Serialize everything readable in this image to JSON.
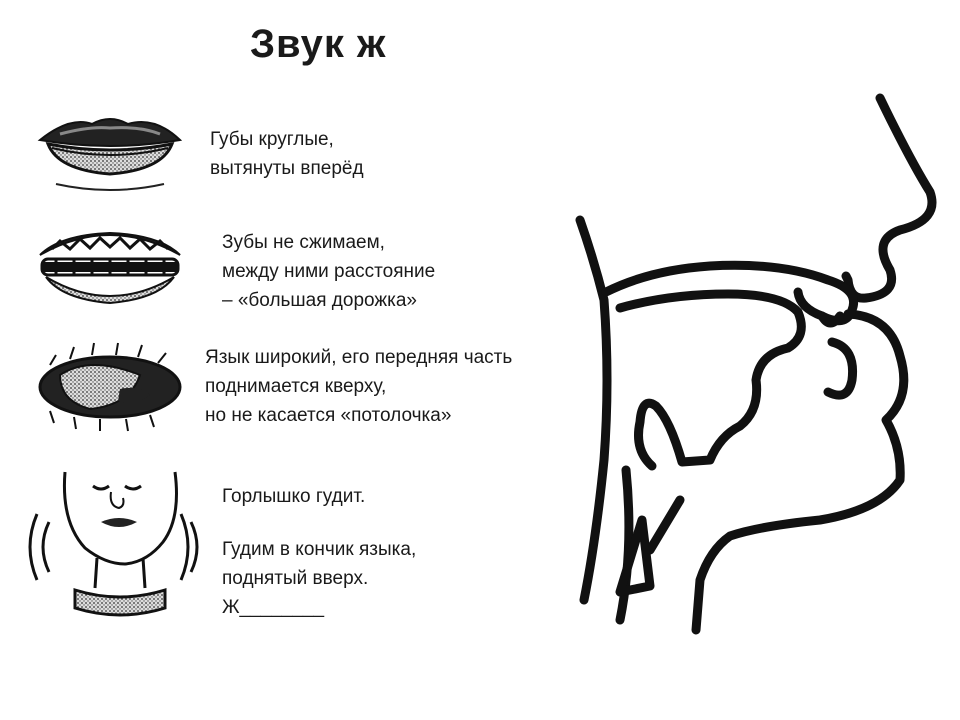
{
  "title": "Звук ж",
  "steps": [
    {
      "icon": "rounded-lips-icon",
      "lines": [
        "Губы круглые,",
        "вытянуты вперёд"
      ]
    },
    {
      "icon": "teeth-gap-icon",
      "lines": [
        "Зубы не сжимаем,",
        "между ними расстояние",
        "– «большая дорожка»"
      ]
    },
    {
      "icon": "tongue-raised-icon",
      "lines": [
        "Язык широкий, его передняя часть",
        "поднимается кверху,",
        "но не касается «потолочка»"
      ]
    },
    {
      "icon": "humming-throat-icon",
      "lines": [
        "Горлышко гудит.",
        "",
        "Гудим в кончик языка,",
        "поднятый вверх."
      ]
    }
  ],
  "blank_line": "Ж________"
}
